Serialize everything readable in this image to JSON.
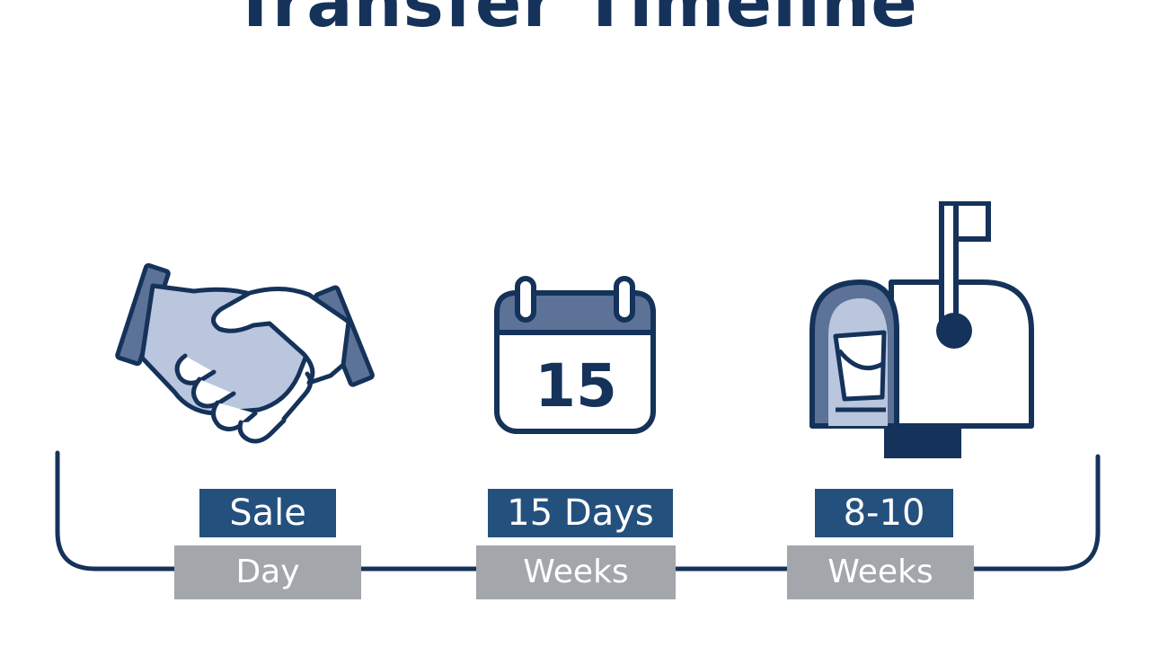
{
  "title": "Transfer Timeline",
  "colors": {
    "navy": "#15325a",
    "label_blue": "#24507e",
    "label_gray": "#a3a6ab",
    "icon_fill_light": "#b9c6de",
    "icon_fill_mid": "#5c7297",
    "icon_white": "#ffffff"
  },
  "stages": [
    {
      "icon": "handshake-icon",
      "label_top": "Sale",
      "label_bottom": "Day"
    },
    {
      "icon": "calendar-icon",
      "calendar_number": "15",
      "label_top": "15 Days",
      "label_bottom": "Weeks"
    },
    {
      "icon": "mailbox-icon",
      "label_top": "8-10",
      "label_bottom": "Weeks"
    }
  ]
}
